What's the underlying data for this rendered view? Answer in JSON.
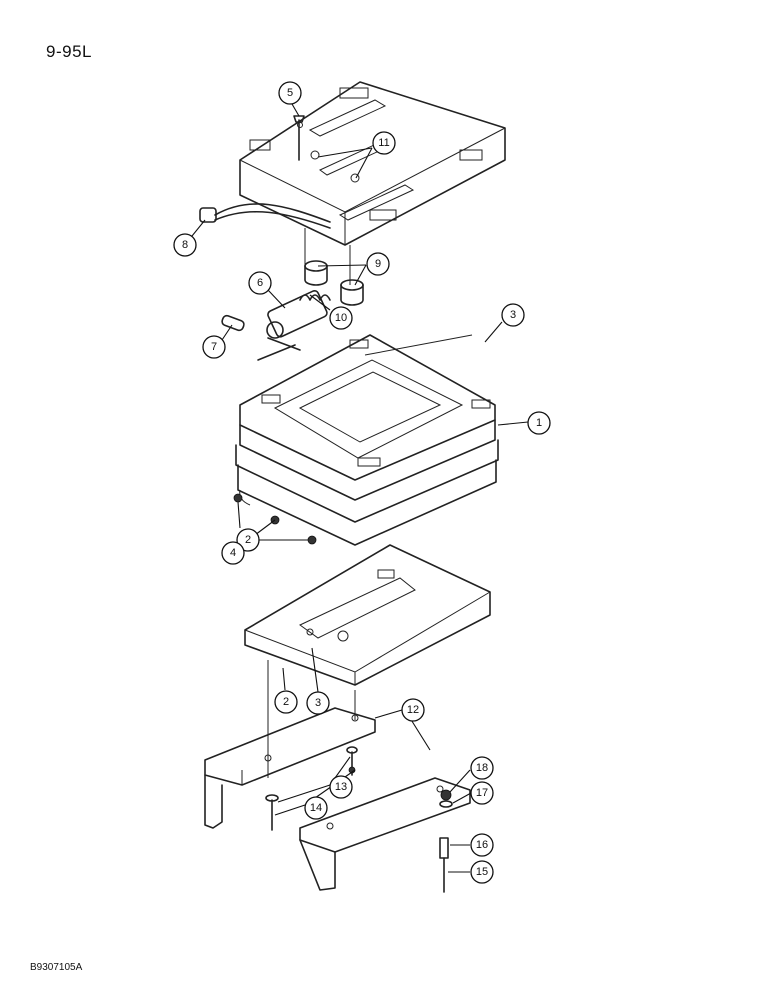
{
  "header": {
    "page_label": "9-95L"
  },
  "footer": {
    "figure_code": "B9307105A"
  },
  "callouts": [
    "5",
    "11",
    "8",
    "9",
    "6",
    "7",
    "10",
    "3",
    "1",
    "2",
    "4",
    "2",
    "3",
    "12",
    "13",
    "14",
    "18",
    "17",
    "16",
    "15"
  ]
}
